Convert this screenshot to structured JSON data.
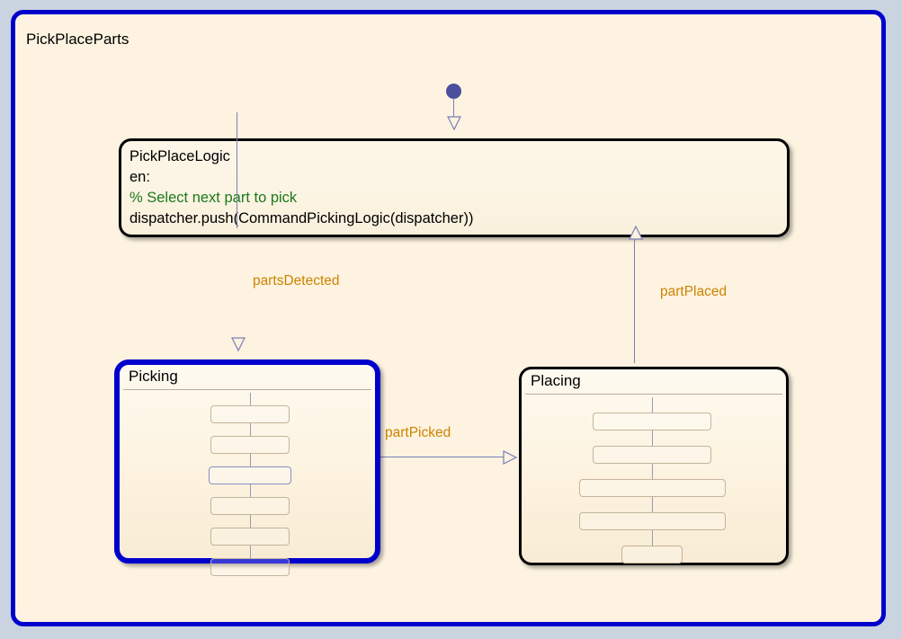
{
  "chart": {
    "title": "PickPlaceParts",
    "border_color": "#0000cc",
    "fill_color": "#fdf3e0",
    "page_background": "#c9d4e0"
  },
  "states": {
    "logic": {
      "name": "PickPlaceLogic",
      "line_entry": "en:",
      "line_comment": "% Select next part to pick",
      "line_action": "dispatcher.push(CommandPickingLogic(dispatcher))",
      "comment_color": "#1b7a1b",
      "border_color": "#000000",
      "active": false
    },
    "picking": {
      "name": "Picking",
      "active": true,
      "border_color": "#0000cc",
      "substates": [
        {
          "width": 88,
          "selected": false
        },
        {
          "width": 88,
          "selected": false
        },
        {
          "width": 92,
          "selected": true
        },
        {
          "width": 88,
          "selected": false
        },
        {
          "width": 88,
          "selected": false
        },
        {
          "width": 88,
          "selected": false
        }
      ]
    },
    "placing": {
      "name": "Placing",
      "active": false,
      "border_color": "#000000",
      "substates": [
        {
          "width": 132,
          "selected": false
        },
        {
          "width": 132,
          "selected": false
        },
        {
          "width": 163,
          "selected": false
        },
        {
          "width": 163,
          "selected": false
        },
        {
          "width": 68,
          "selected": false
        }
      ]
    }
  },
  "transitions": [
    {
      "id": "default",
      "label": "",
      "from": "initial-dot",
      "to": "PickPlaceLogic",
      "direction": "down"
    },
    {
      "id": "partsDetected",
      "label": "partsDetected",
      "from": "PickPlaceLogic",
      "to": "Picking",
      "direction": "down",
      "color": "#cc8400"
    },
    {
      "id": "partPicked",
      "label": "partPicked",
      "from": "Picking",
      "to": "Placing",
      "direction": "right",
      "color": "#cc8400"
    },
    {
      "id": "partPlaced",
      "label": "partPlaced",
      "from": "Placing",
      "to": "PickPlaceLogic",
      "direction": "up",
      "color": "#cc8400"
    }
  ],
  "colors": {
    "transition_line": "#7b7fb5",
    "initial_dot": "#4a4f9e",
    "label_text": "#cc8400",
    "substate_border": "#c3b49a",
    "substate_selected_border": "#8a8ec4"
  }
}
